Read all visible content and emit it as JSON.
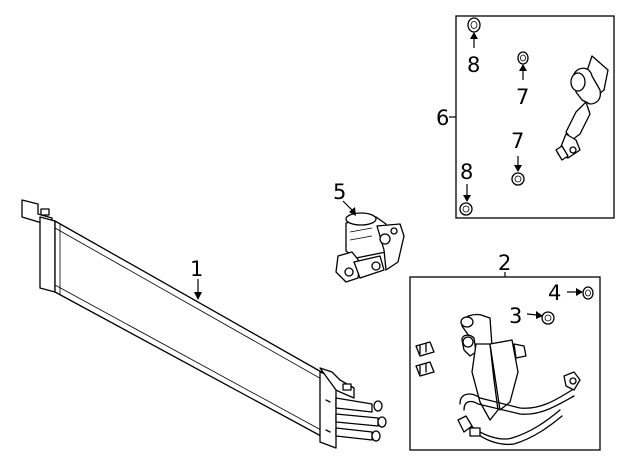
{
  "callouts": {
    "c1": "1",
    "c2": "2",
    "c3": "3",
    "c4": "4",
    "c5": "5",
    "c6": "6",
    "c7a": "7",
    "c7b": "7",
    "c8a": "8",
    "c8b": "8"
  }
}
